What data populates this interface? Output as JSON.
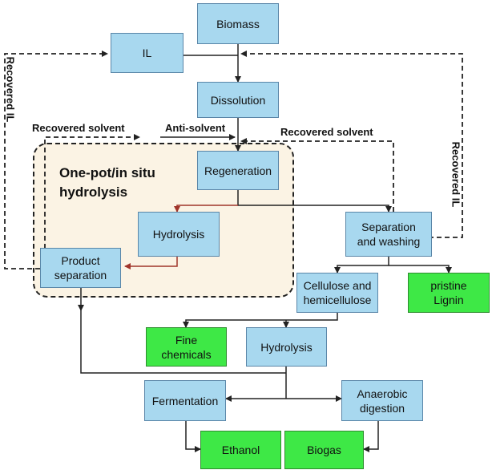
{
  "region": {
    "label": "One-pot/in situ\nhydrolysis"
  },
  "nodes": {
    "biomass": "Biomass",
    "il": "IL",
    "dissolution": "Dissolution",
    "regeneration": "Regeneration",
    "hydrolysis_1": "Hydrolysis",
    "product_separation": "Product\nseparation",
    "separation_washing": "Separation\nand washing",
    "cellulose": "Cellulose and\nhemicellulose",
    "lignin": "pristine\nLignin",
    "fine_chemicals": "Fine\nchemicals",
    "hydrolysis_2": "Hydrolysis",
    "fermentation": "Fermentation",
    "anaerobic": "Anaerobic\ndigestion",
    "ethanol": "Ethanol",
    "biogas": "Biogas"
  },
  "edge_labels": {
    "recovered_solvent_left": "Recovered solvent",
    "anti_solvent": "Anti-solvent",
    "recovered_solvent_right": "Recovered solvent",
    "recovered_il_left": "Recovered IL",
    "recovered_il_right": "Recovered IL"
  },
  "colors": {
    "process_box": "#a8d8ef",
    "product_box": "#3ee846",
    "region_fill": "#fbf3e4",
    "arrow": "#222222",
    "red_arrow": "#a0342a"
  }
}
